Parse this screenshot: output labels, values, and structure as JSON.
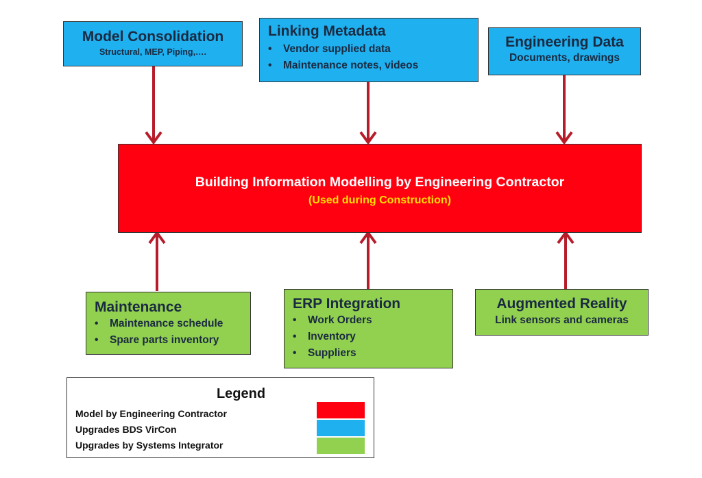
{
  "top_boxes": {
    "model": {
      "title": "Model Consolidation",
      "subtitle": "Structural,  MEP, Piping,…."
    },
    "linking": {
      "title": "Linking Metadata",
      "items": [
        "Vendor supplied data",
        "Maintenance notes, videos"
      ]
    },
    "engineering": {
      "title": "Engineering Data",
      "subtitle": "Documents, drawings"
    }
  },
  "center": {
    "title": "Building Information Modelling by Engineering Contractor",
    "subtitle": "(Used during Construction)"
  },
  "bottom_boxes": {
    "maintenance": {
      "title": "Maintenance",
      "items": [
        "Maintenance schedule",
        "Spare parts inventory"
      ]
    },
    "erp": {
      "title": "ERP Integration",
      "items": [
        "Work Orders",
        "Inventory",
        "Suppliers"
      ]
    },
    "ar": {
      "title": "Augmented Reality",
      "subtitle": "Link sensors and cameras"
    }
  },
  "legend": {
    "title": "Legend",
    "rows": [
      {
        "label": "Model by Engineering Contractor",
        "color": "#ff0010"
      },
      {
        "label": "Upgrades  BDS VirCon",
        "color": "#1fb0f0"
      },
      {
        "label": "Upgrades by Systems Integrator",
        "color": "#92d050"
      }
    ]
  },
  "colors": {
    "arrow": "#b71c2a",
    "title_text": "#1a2a40",
    "center_text": "#ffffff",
    "center_subtitle": "#ffe000"
  },
  "bullet": "•"
}
